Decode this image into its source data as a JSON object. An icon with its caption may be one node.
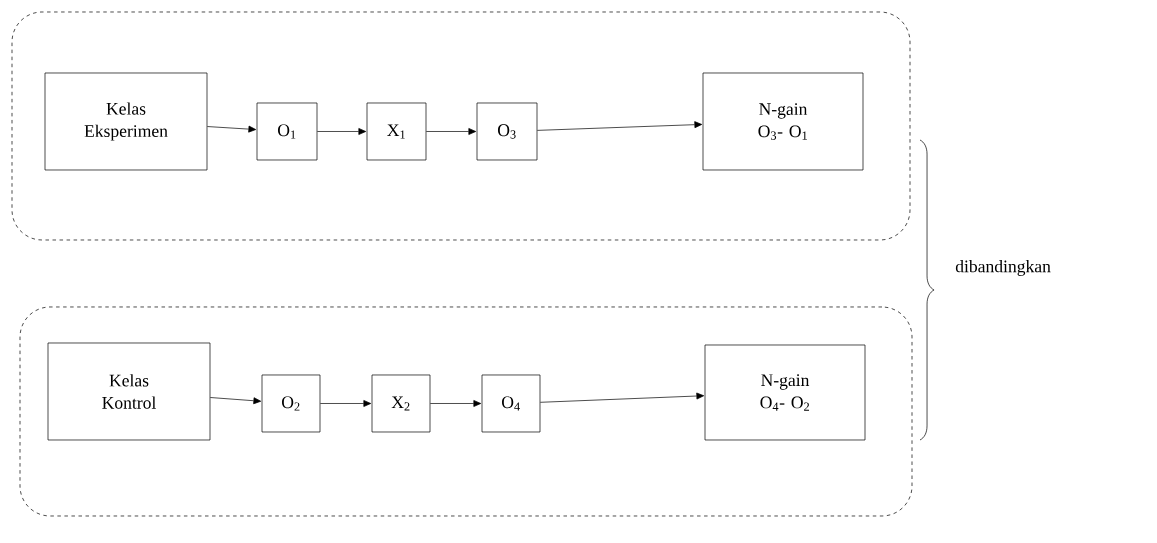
{
  "diagram": {
    "nodes": [
      {
        "text": [],
        "shape": "box"
      },
      {
        "text": [
          "Kelas Eksperimen"
        ],
        "in": 0
      },
      {
        "text": [
          "O$_{1}$"
        ],
        "in": 0
      },
      {
        "text": [
          "X$_{1}$"
        ],
        "in": 0
      },
      {
        "text": [
          "O$_{3}$"
        ],
        "in": 0
      },
      {
        "text": [
          "N-gain O$_{3}$- O$_{1}$"
        ],
        "in": 0
      },
      {
        "text": [],
        "shape": "box"
      },
      {
        "text": [
          "Kelas Kontrol"
        ],
        "in": 6
      },
      {
        "text": [
          "O$_{2}$"
        ],
        "in": 6
      },
      {
        "text": [
          "X$_{2}$"
        ],
        "in": 6
      },
      {
        "text": [
          "O$_{4}$"
        ],
        "in": 6
      },
      {
        "text": [
          "N-gain O$_{4}$- O$_{2}$"
        ],
        "in": 6
      }
    ],
    "edges": [
      {
        "from": 1,
        "to": 2,
        "arrow": "to"
      },
      {
        "from": 2,
        "to": 3,
        "arrow": "to"
      },
      {
        "from": 3,
        "to": 4,
        "arrow": "to"
      },
      {
        "from": 4,
        "to": 5,
        "arrow": "to"
      },
      {
        "from": 7,
        "to": 8,
        "arrow": "to"
      },
      {
        "from": 8,
        "to": 9,
        "arrow": "to"
      },
      {
        "from": 9,
        "to": 10,
        "arrow": "to"
      },
      {
        "from": 10,
        "to": 11,
        "arrow": "to"
      }
    ],
    "labels": [
      "dibandingkan"
    ]
  }
}
